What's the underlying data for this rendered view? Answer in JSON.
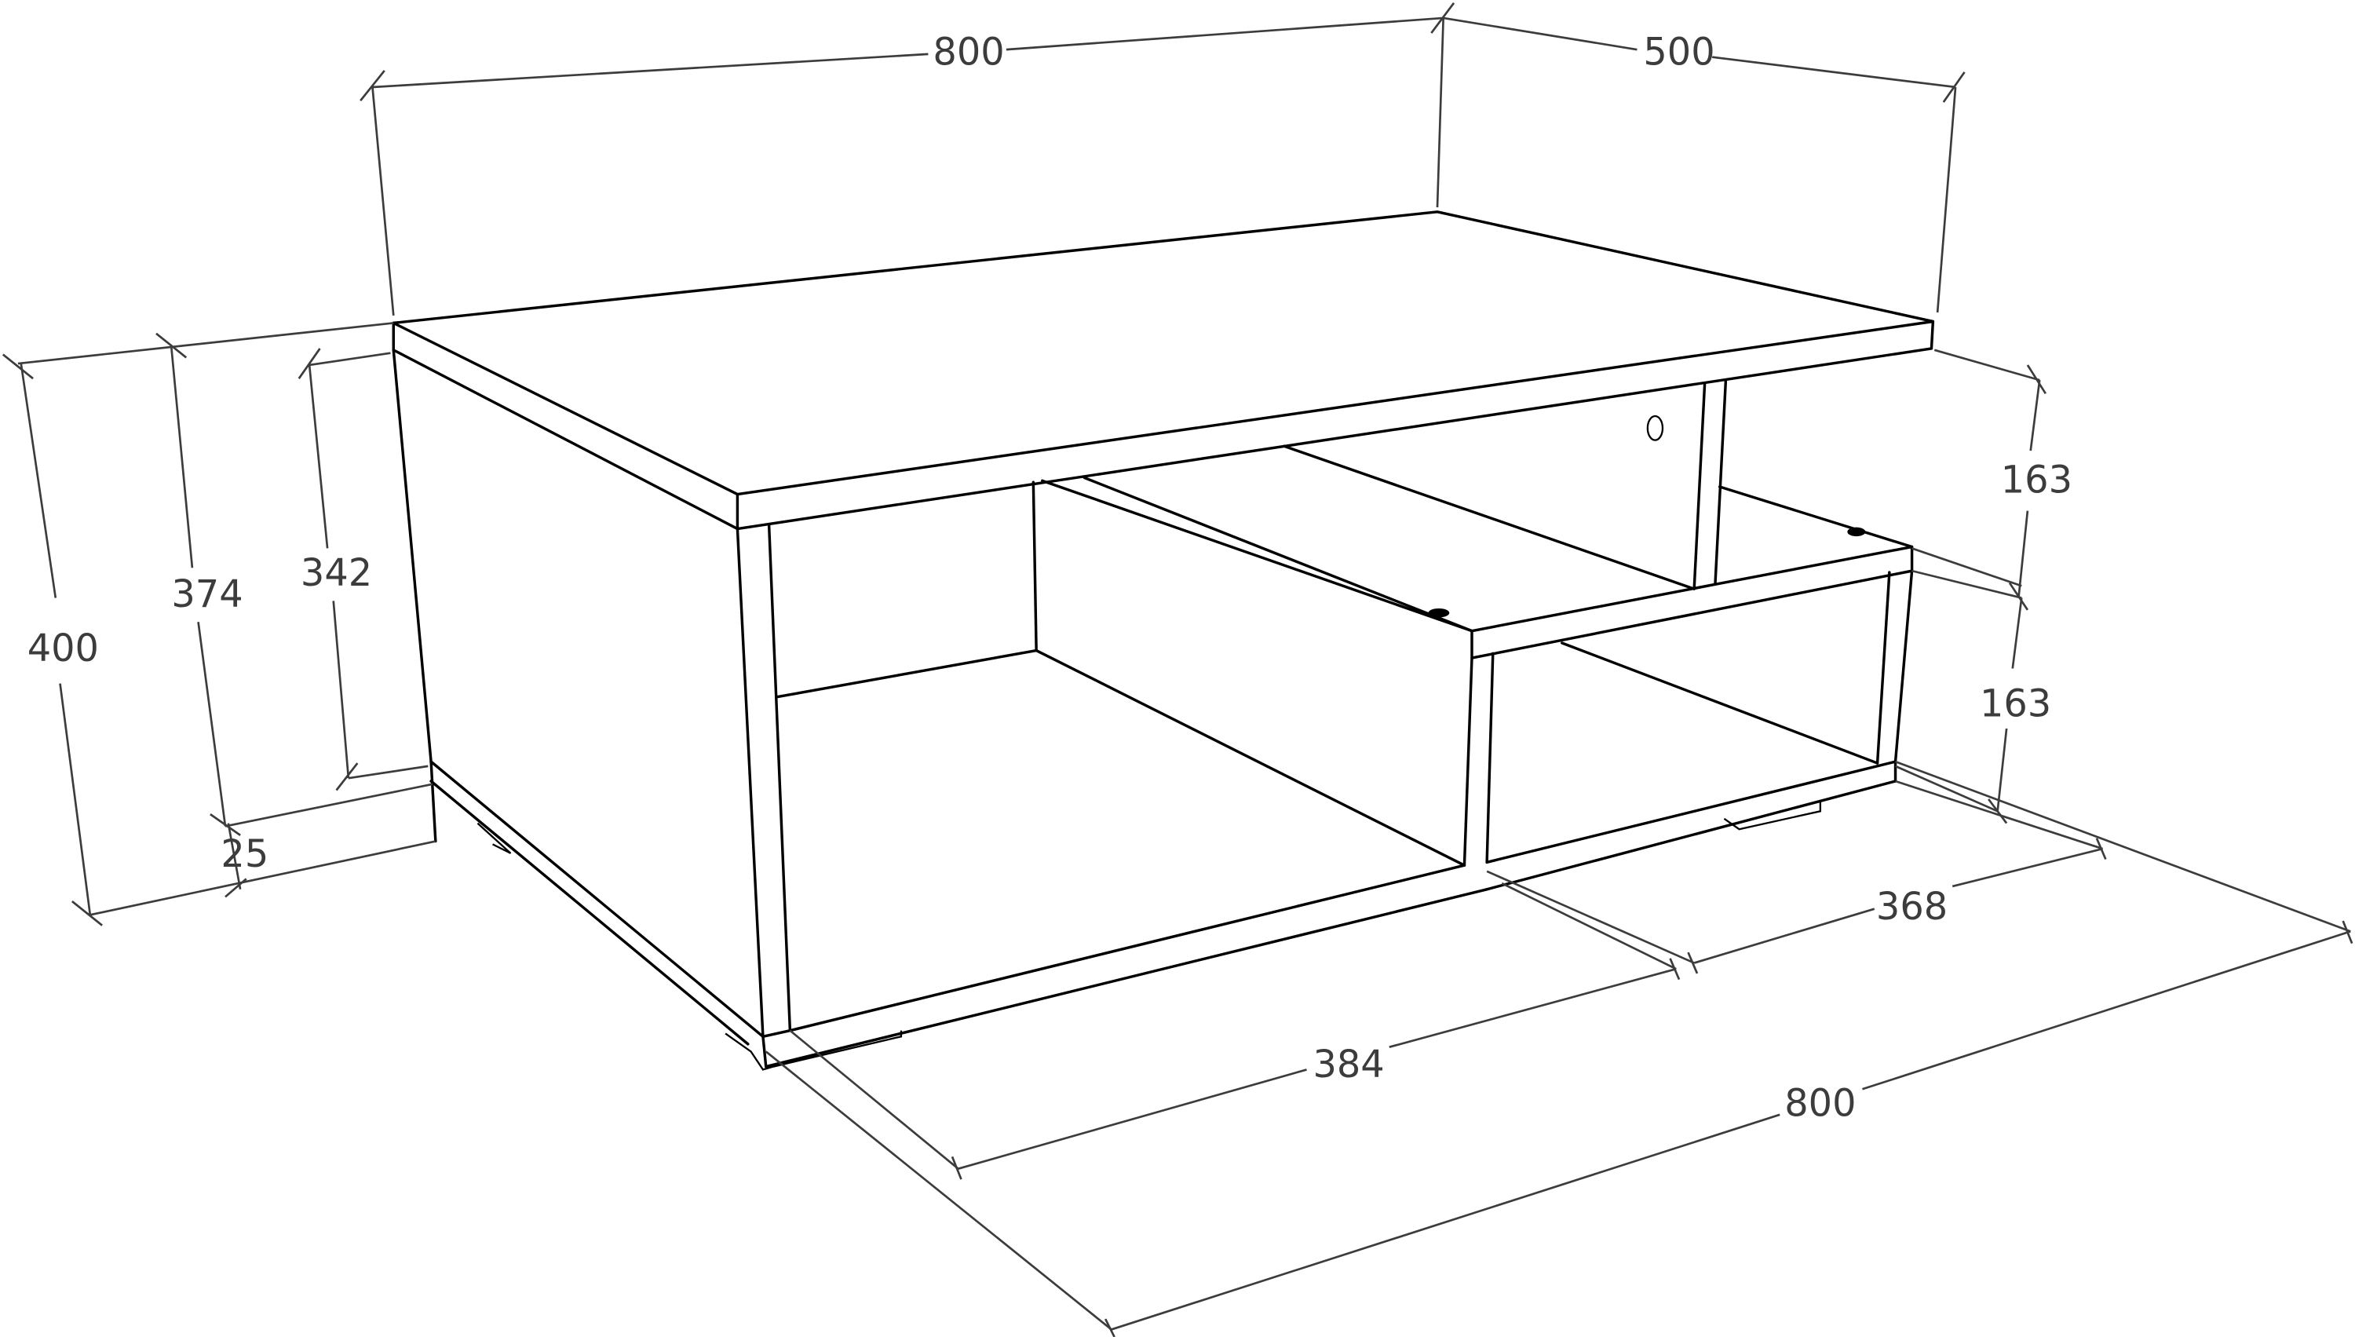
{
  "drawing": {
    "subject": "coffee table with shelves - isometric dimensioned drawing",
    "units": "mm",
    "line_color": "#000000",
    "dimension_color": "#3c3c3c",
    "dimensions": {
      "top_width": "800",
      "top_depth": "500",
      "total_height": "400",
      "height_under_top": "374",
      "inner_height": "342",
      "plinth_height": "25",
      "upper_shelf_gap": "163",
      "lower_shelf_gap": "163",
      "left_section_width": "384",
      "right_section_width": "368",
      "bottom_width": "800"
    }
  }
}
